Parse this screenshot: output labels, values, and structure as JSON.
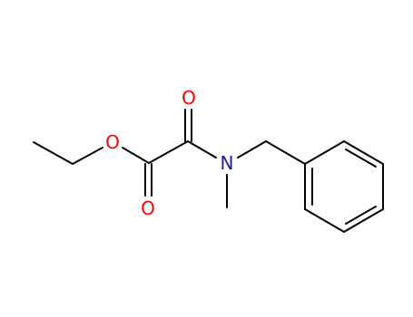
{
  "molecule": {
    "atoms": [
      {
        "id": "O_ester",
        "label": "O",
        "color": "#ff0000"
      },
      {
        "id": "O_carbonyl_top",
        "label": "O",
        "color": "#ff0000"
      },
      {
        "id": "O_carbonyl_bottom",
        "label": "O",
        "color": "#ff0000"
      },
      {
        "id": "N_amide",
        "label": "N",
        "color": "#1f1f8f"
      }
    ],
    "colors": {
      "bond": "#000000",
      "oxygen": "#ff0000",
      "nitrogen": "#1f1f8f",
      "background": "#ffffff"
    }
  }
}
